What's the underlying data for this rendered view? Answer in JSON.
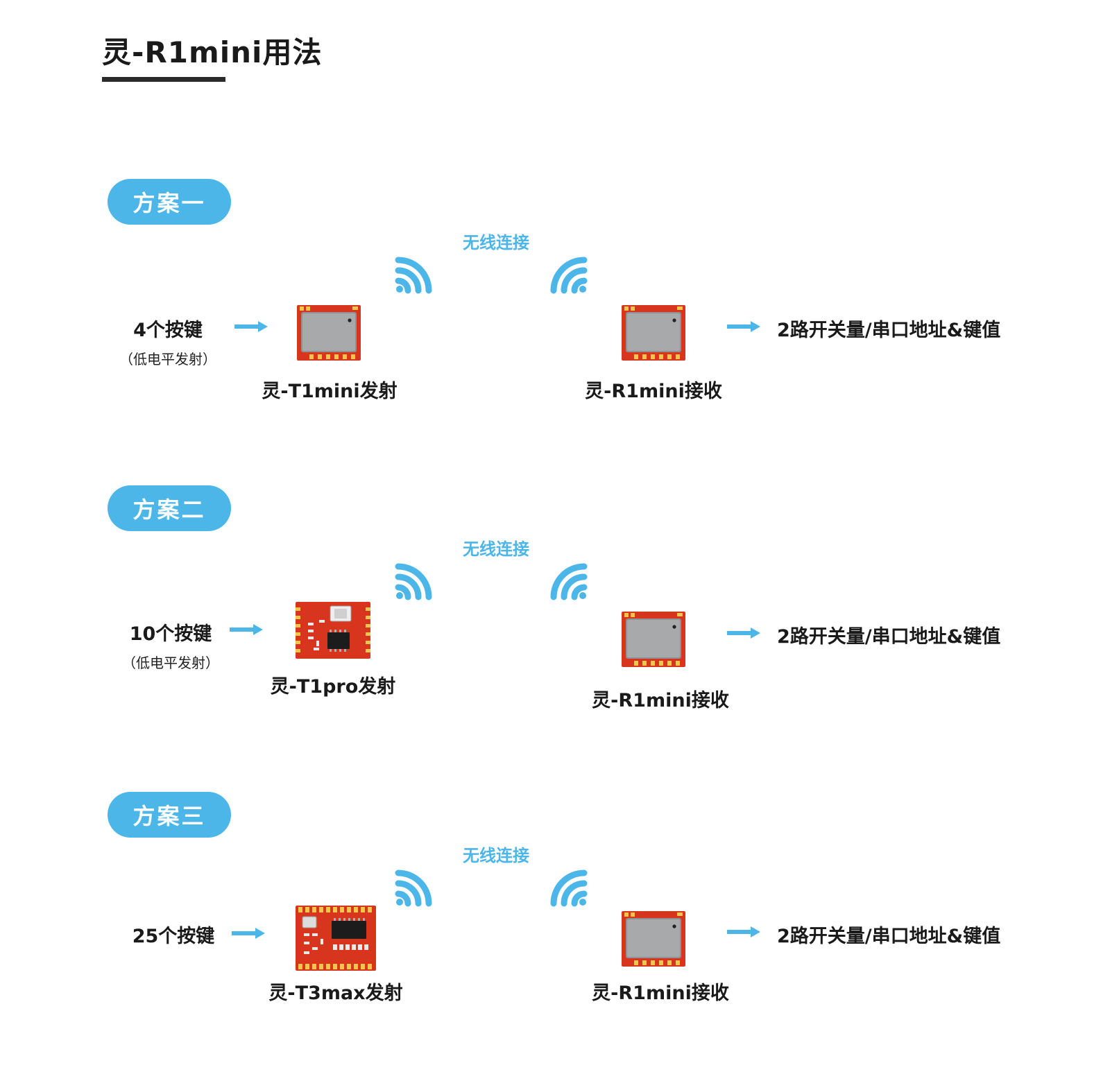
{
  "page": {
    "title": "灵-R1mini用法",
    "accent_color": "#4db6e8",
    "underline_color": "#2b2b2b",
    "pcb_color": "#d8351e",
    "shield_color": "#8f9194"
  },
  "schemes": [
    {
      "badge": "方案一",
      "wireless": "无线连接",
      "input_keys": "4个按键",
      "input_sub": "（低电平发射）",
      "transmitter": "灵-T1mini发射",
      "transmitter_icon": "t1mini-module-icon",
      "receiver": "灵-R1mini接收",
      "receiver_icon": "r1mini-module-icon",
      "output": "2路开关量/串口地址&键值"
    },
    {
      "badge": "方案二",
      "wireless": "无线连接",
      "input_keys": "10个按键",
      "input_sub": "（低电平发射）",
      "transmitter": "灵-T1pro发射",
      "transmitter_icon": "t1pro-module-icon",
      "receiver": "灵-R1mini接收",
      "receiver_icon": "r1mini-module-icon",
      "output": "2路开关量/串口地址&键值"
    },
    {
      "badge": "方案三",
      "wireless": "无线连接",
      "input_keys": "25个按键",
      "transmitter": "灵-T3max发射",
      "transmitter_icon": "t3max-module-icon",
      "receiver": "灵-R1mini接收",
      "receiver_icon": "r1mini-module-icon",
      "output": "2路开关量/串口地址&键值"
    }
  ]
}
